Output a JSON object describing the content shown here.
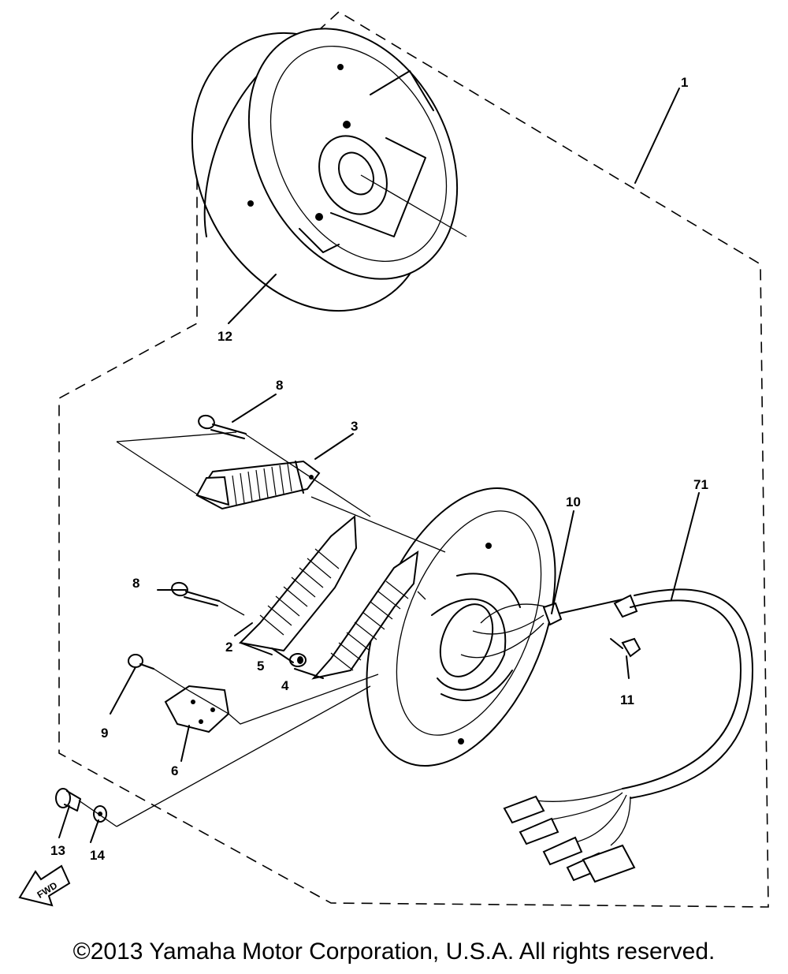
{
  "callouts": {
    "c1": "1",
    "c2": "2",
    "c3": "3",
    "c4": "4",
    "c5": "5",
    "c6": "6",
    "c71": "71",
    "c8a": "8",
    "c8b": "8",
    "c9": "9",
    "c10": "10",
    "c11": "11",
    "c12": "12",
    "c13": "13",
    "c14": "14"
  },
  "fwd_label": "FWD",
  "copyright": "©2013 Yamaha Motor Corporation, U.S.A. All rights reserved."
}
